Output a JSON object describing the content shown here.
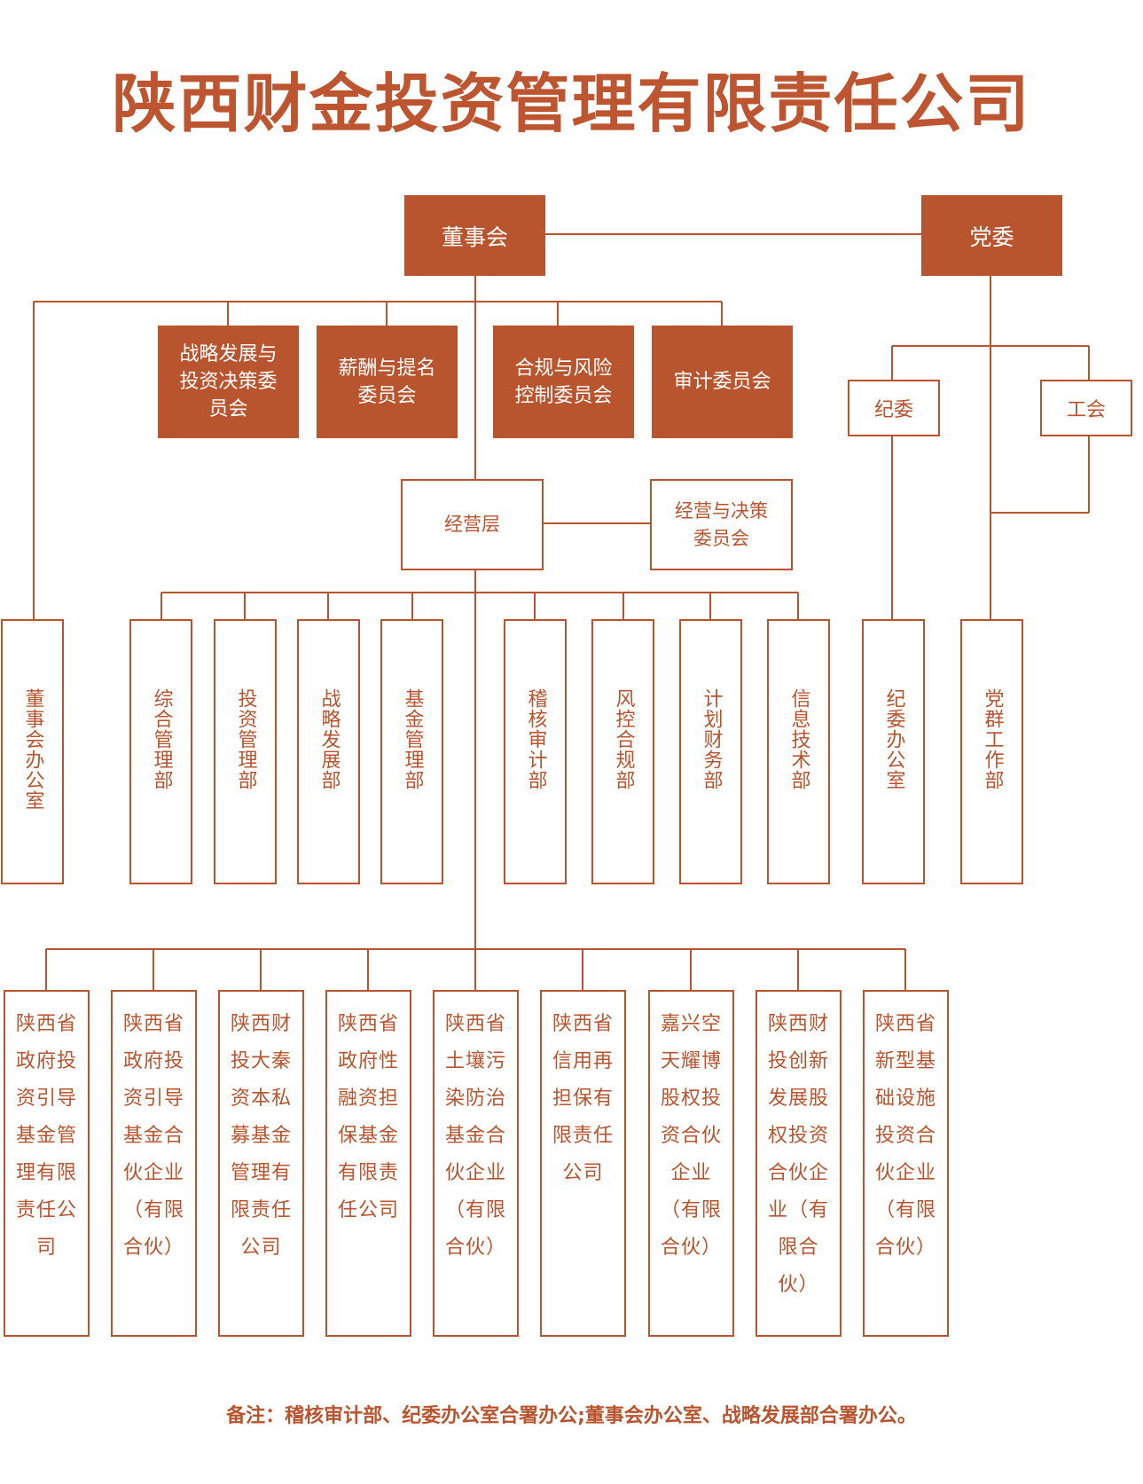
{
  "title": "陕西财金投资管理有限责任公司",
  "colors": {
    "accent": "#b8542e",
    "title": "#bd5531",
    "background": "#ffffff"
  },
  "top": {
    "board": "董事会",
    "party": "党委"
  },
  "committees": [
    "战略发展与投资决策委员会",
    "薪酬与提名委员会",
    "合规与风险控制委员会",
    "审计委员会"
  ],
  "party_units": {
    "discipline": "纪委",
    "union": "工会"
  },
  "management": {
    "label": "经营层",
    "committee": "经营与决策委员会"
  },
  "departments": [
    "董事会办公室",
    "综合管理部",
    "投资管理部",
    "战略发展部",
    "基金管理部",
    "稽核审计部",
    "风控合规部",
    "计划财务部",
    "信息技术部",
    "纪委办公室",
    "党群工作部"
  ],
  "subsidiaries": [
    "陕西省政府投资引导基金管理有限责任公司",
    "陕西省政府投资引导基金合伙企业（有限合伙）",
    "陕西财投大秦资本私募基金管理有限责任公司",
    "陕西省政府性融资担保基金有限责任公司",
    "陕西省土壤污染防治基金合伙企业（有限合伙）",
    "陕西省信用再担保有限责任公司",
    "嘉兴空天耀博股权投资合伙企业（有限合伙）",
    "陕西财投创新发展股权投资合伙企业（有限合伙）",
    "陕西省新型基础设施投资合伙企业（有限合伙）"
  ],
  "note": "备注：稽核审计部、纪委办公室合署办公;董事会办公室、战略发展部合署办公。"
}
